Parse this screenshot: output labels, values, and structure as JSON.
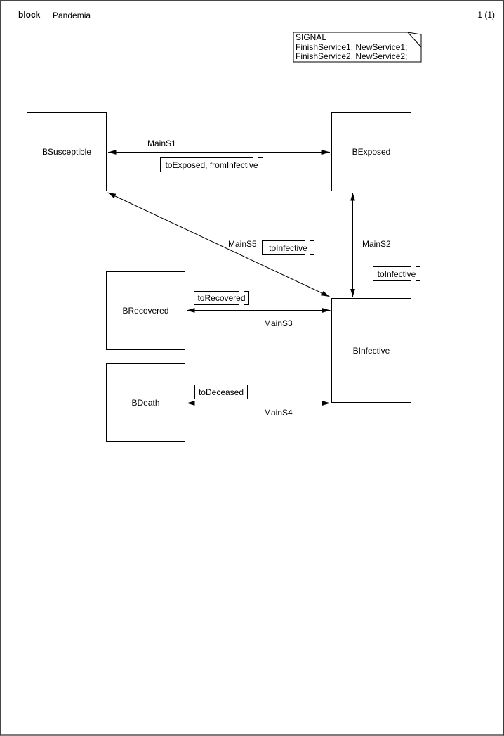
{
  "header": {
    "kind_label": "block",
    "diagram_name": "Pandemia",
    "page_number": "1 (1)"
  },
  "signal_declaration": {
    "lines": [
      "SIGNAL",
      "FinishService1, NewService1;",
      "FinishService2, NewService2;"
    ]
  },
  "blocks": [
    {
      "label": "BSusceptible"
    },
    {
      "label": "BExposed"
    },
    {
      "label": "BInfective"
    },
    {
      "label": "BRecovered"
    },
    {
      "label": "BDeath"
    }
  ],
  "channels": [
    {
      "name": "MainS1",
      "signal_list": "toExposed, fromInfective"
    },
    {
      "name": "MainS2",
      "signal_list": "toInfective"
    },
    {
      "name": "MainS3",
      "signal_list": "toRecovered"
    },
    {
      "name": "MainS4",
      "signal_list": "toDeceased"
    },
    {
      "name": "MainS5",
      "signal_list": "toInfective"
    }
  ],
  "colors": {
    "line": "#000000",
    "background": "#ffffff",
    "frame": "#474747"
  }
}
